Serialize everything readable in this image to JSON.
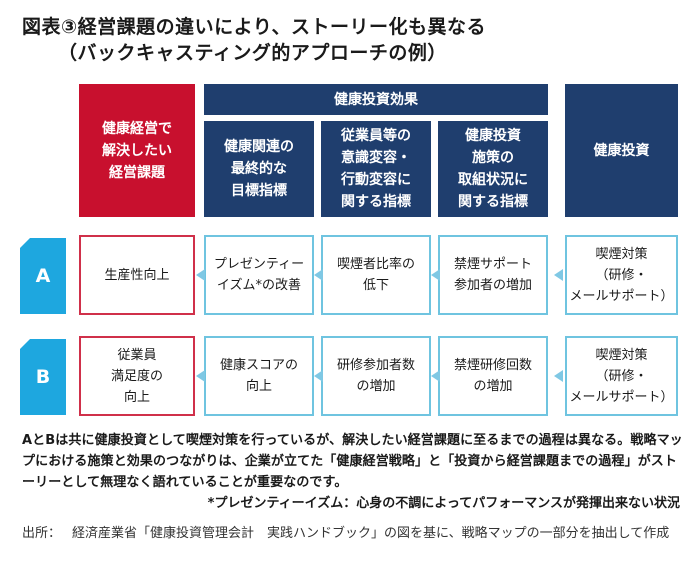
{
  "title": {
    "line1": "図表③経営課題の違いにより、ストーリー化も異なる",
    "line2": "（バックキャスティング的アプローチの例）"
  },
  "headers": {
    "goal": "健康経営で\n解決したい\n経営課題",
    "effect_group": "健康投資効果",
    "col_final": "健康関連の\n最終的な\n目標指標",
    "col_behavior": "従業員等の\n意識変容・\n行動変容に\n関する指標",
    "col_status": "健康投資\n施策の\n取組状況に\n関する指標",
    "col_invest": "健康投資"
  },
  "rows": [
    {
      "label": "A",
      "cells": [
        "生産性向上",
        "プレゼンティー\nイズム*の改善",
        "喫煙者比率の\n低下",
        "禁煙サポート\n参加者の増加",
        "喫煙対策\n（研修・\nメールサポート）"
      ]
    },
    {
      "label": "B",
      "cells": [
        "従業員\n満足度の\n向上",
        "健康スコアの\n向上",
        "研修参加者数\nの増加",
        "禁煙研修回数\nの増加",
        "喫煙対策\n（研修・\nメールサポート）"
      ]
    }
  ],
  "caption": "AとBは共に健康投資として喫煙対策を行っているが、解決したい経営課題に至るまでの過程は異なる。戦略マップにおける施策と効果のつながりは、企業が立てた「健康経営戦略」と「投資から経営課題までの過程」がストーリーとして無理なく語れていることが重要なのです。",
  "note": "*プレゼンティーイズム：心身の不調によってパフォーマンスが発揮出来ない状況",
  "source": {
    "label": "出所：",
    "text": "経済産業省「健康投資管理会計　実践ハンドブック」の図を基に、戦略マップの一部分を抽出して作成"
  },
  "colors": {
    "navy": "#1f3e6e",
    "red": "#c8102e",
    "cyan_border": "#6fc4e0",
    "badge": "#1ea7df",
    "arrow": "#7fc8e4"
  }
}
